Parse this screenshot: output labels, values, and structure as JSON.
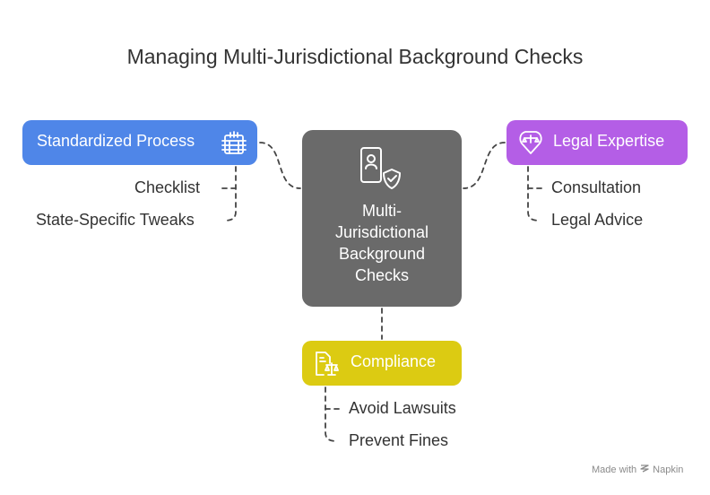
{
  "title": "Managing Multi-Jurisdictional Background Checks",
  "center": {
    "lines": [
      "Multi-",
      "Jurisdictional",
      "Background",
      "Checks"
    ],
    "icon": "user-shield-check-icon"
  },
  "nodes": [
    {
      "label": "Standardized Process",
      "color": "#4f86e8",
      "icon": "checklist-icon",
      "items": [
        "Checklist",
        "State-Specific Tweaks"
      ]
    },
    {
      "label": "Legal Expertise",
      "color": "#b45ee6",
      "icon": "scales-badge-icon",
      "items": [
        "Consultation",
        "Legal Advice"
      ]
    },
    {
      "label": "Compliance",
      "color": "#dccb12",
      "icon": "document-scales-icon",
      "items": [
        "Avoid Lawsuits",
        "Prevent Fines"
      ]
    }
  ],
  "footer": {
    "made_with": "Made with",
    "brand": "Napkin"
  }
}
